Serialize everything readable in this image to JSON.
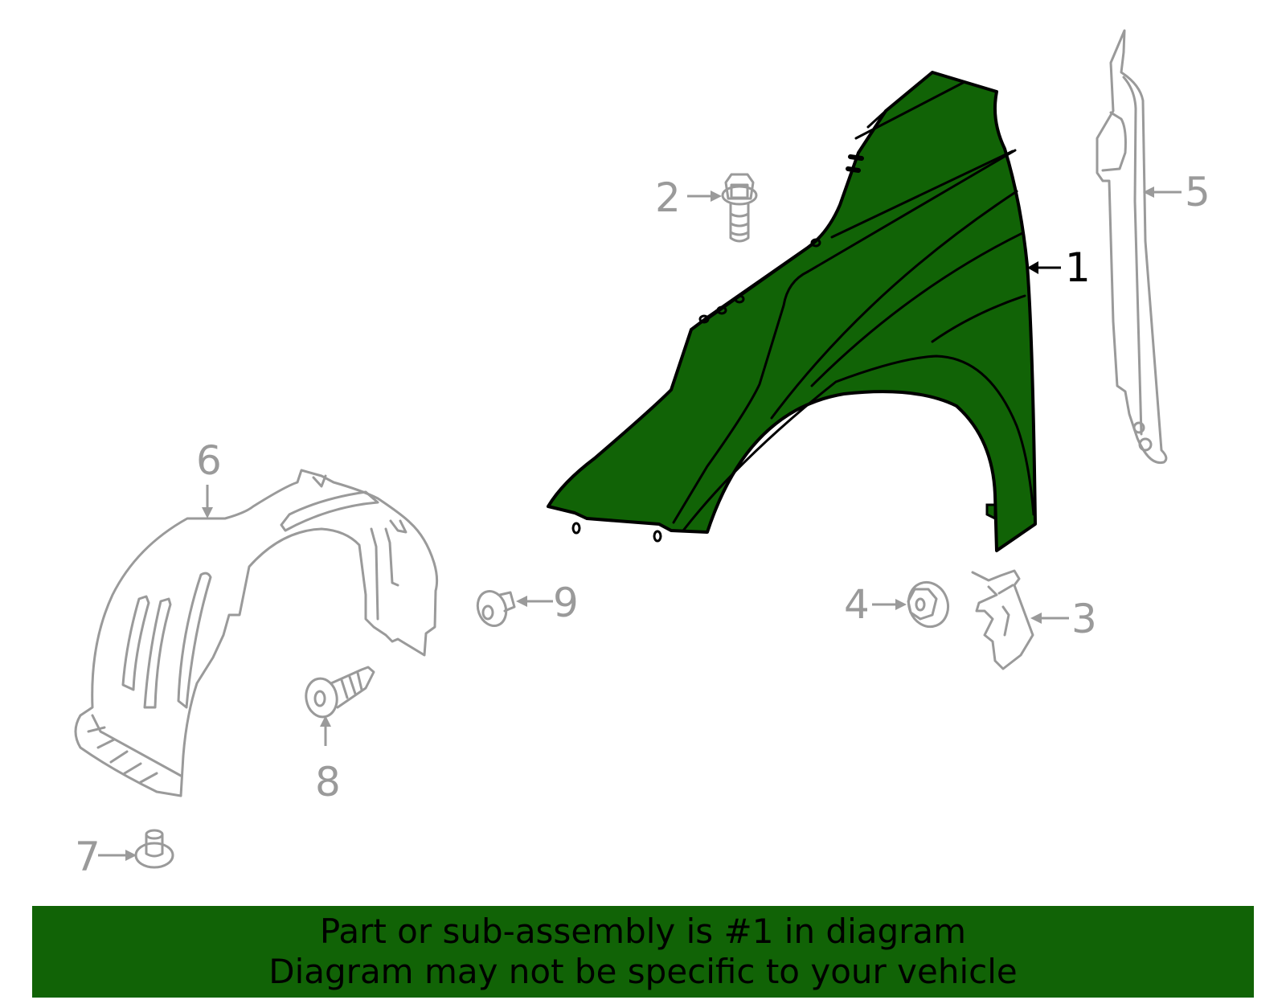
{
  "diagram": {
    "title": "Fender assembly parts diagram",
    "highlight_color": "#116306",
    "secondary_color": "#9a9a9a",
    "callouts": [
      {
        "number": "1",
        "part": "fender",
        "highlighted": true
      },
      {
        "number": "2",
        "part": "bolt",
        "highlighted": false
      },
      {
        "number": "3",
        "part": "bracket",
        "highlighted": false
      },
      {
        "number": "4",
        "part": "nut",
        "highlighted": false
      },
      {
        "number": "5",
        "part": "seal",
        "highlighted": false
      },
      {
        "number": "6",
        "part": "fender-liner",
        "highlighted": false
      },
      {
        "number": "7",
        "part": "clip",
        "highlighted": false
      },
      {
        "number": "8",
        "part": "screw",
        "highlighted": false
      },
      {
        "number": "9",
        "part": "retainer",
        "highlighted": false
      }
    ]
  },
  "banner": {
    "line1": "Part or sub-assembly is #1 in diagram",
    "line2": "Diagram may not be specific to your vehicle"
  }
}
